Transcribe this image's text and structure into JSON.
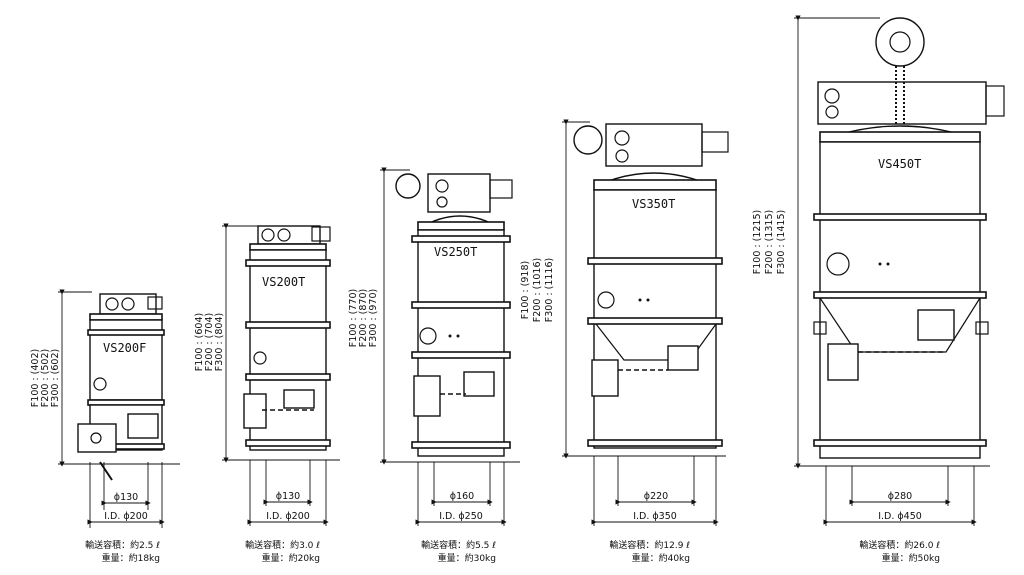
{
  "models": [
    {
      "name": "VS200F",
      "heights": [
        "F100 : (402)",
        "F200 : (502)",
        "F300 : (602)"
      ],
      "outlet_dia": "ϕ130",
      "inner_dia": "I.D. ϕ200",
      "capacity_label": "輸送容積：約2.5 ℓ",
      "weight_label": "重量：約18kg"
    },
    {
      "name": "VS200T",
      "heights": [
        "F100 : (604)",
        "F200 : (704)",
        "F300 : (804)"
      ],
      "outlet_dia": "ϕ130",
      "inner_dia": "I.D. ϕ200",
      "capacity_label": "輸送容積：約3.0 ℓ",
      "weight_label": "重量：約20kg"
    },
    {
      "name": "VS250T",
      "heights": [
        "F100 : (770)",
        "F200 : (870)",
        "F300 : (970)"
      ],
      "outlet_dia": "ϕ160",
      "inner_dia": "I.D. ϕ250",
      "capacity_label": "輸送容積：約5.5 ℓ",
      "weight_label": "重量：約30kg"
    },
    {
      "name": "VS350T",
      "heights": [
        "F100 : (918)",
        "F200 : (1016)",
        "F300 : (1116)"
      ],
      "outlet_dia": "ϕ220",
      "inner_dia": "I.D. ϕ350",
      "capacity_label": "輸送容積：約12.9 ℓ",
      "weight_label": "重量：約40kg"
    },
    {
      "name": "VS450T",
      "heights": [
        "F100 : (1215)",
        "F200 : (1315)",
        "F300 : (1415)"
      ],
      "outlet_dia": "ϕ280",
      "inner_dia": "I.D. ϕ450",
      "capacity_label": "輸送容積：約26.0 ℓ",
      "weight_label": "重量：約50kg"
    }
  ],
  "icons": [
    "pressure-gauge-icon",
    "filter-canister-icon",
    "solenoid-valve-icon",
    "discharge-flap-icon"
  ]
}
